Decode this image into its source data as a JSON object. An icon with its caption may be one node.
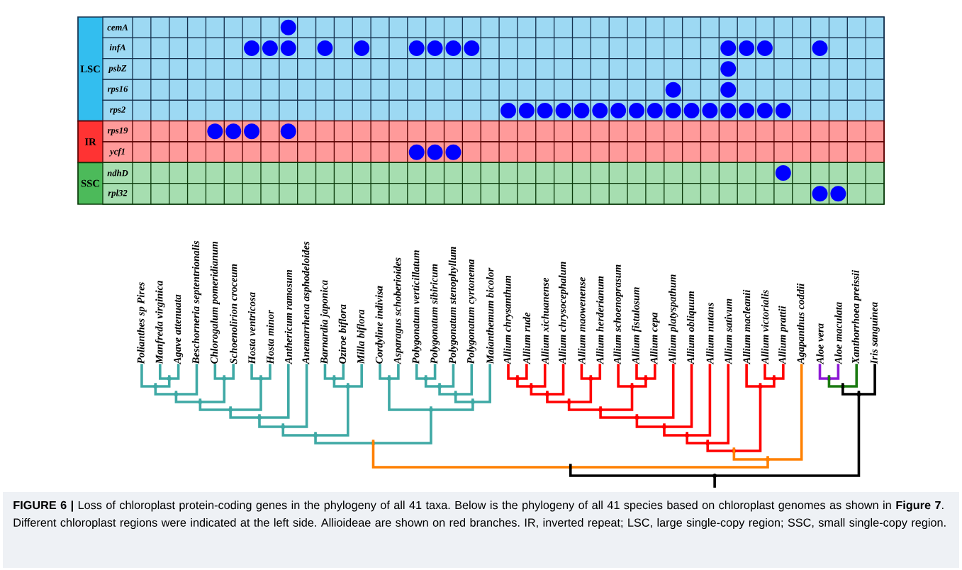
{
  "diagram": {
    "caption": "**FIGURE 6 |** Loss of chloroplast protein-coding genes in the phylogeny of all 41 taxa. Below is the phylogeny of all 41 species based on chloroplast genomes as shown in **Figure 7**. Different chloroplast regions were indicated at the left side. Allioideae are shown on red branches. IR, inverted repeat; LSC, large single-copy region; SSC, small single-copy region.",
    "nodes": [
      {
        "text": [
          "LSC"
        ]
      },
      {
        "text": [
          "cemA"
        ],
        "in": 0
      },
      {
        "text": [
          "infA"
        ],
        "in": 0
      },
      {
        "text": [
          "psbZ"
        ],
        "in": 0
      },
      {
        "text": [
          "rps16"
        ],
        "in": 0
      },
      {
        "text": [
          "rps2"
        ],
        "in": 0
      },
      {
        "text": [
          "IR"
        ]
      },
      {
        "text": [
          "rps19"
        ],
        "in": 6
      },
      {
        "text": [
          "ycf1"
        ],
        "in": 6
      },
      {
        "text": [
          "SSC"
        ]
      },
      {
        "text": [
          "ndhD"
        ],
        "in": 9
      },
      {
        "text": [
          "rpl32"
        ],
        "in": 9
      },
      {
        "text": [],
        "shape": "circle",
        "in": 1
      },
      {
        "text": [],
        "shape": "circle",
        "in": 2
      },
      {
        "text": [],
        "shape": "circle",
        "in": 2
      },
      {
        "text": [],
        "shape": "circle",
        "in": 2
      },
      {
        "text": [],
        "shape": "circle",
        "in": 2
      },
      {
        "text": [],
        "shape": "circle",
        "in": 2
      },
      {
        "text": [],
        "shape": "circle",
        "in": 2
      },
      {
        "text": [],
        "shape": "circle",
        "in": 2
      },
      {
        "text": [],
        "shape": "circle",
        "in": 2
      },
      {
        "text": [],
        "shape": "circle",
        "in": 2
      },
      {
        "text": [],
        "shape": "circle",
        "in": 2
      },
      {
        "text": [],
        "shape": "circle",
        "in": 2
      },
      {
        "text": [],
        "shape": "circle",
        "in": 2
      },
      {
        "text": [],
        "shape": "circle",
        "in": 2
      },
      {
        "text": [],
        "shape": "circle",
        "in": 3
      },
      {
        "text": [],
        "shape": "circle",
        "in": 4
      },
      {
        "text": [],
        "shape": "circle",
        "in": 4
      },
      {
        "text": [],
        "shape": "circle",
        "in": 5
      },
      {
        "text": [],
        "shape": "circle",
        "in": 5
      },
      {
        "text": [],
        "shape": "circle",
        "in": 5
      },
      {
        "text": [],
        "shape": "circle",
        "in": 5
      },
      {
        "text": [],
        "shape": "circle",
        "in": 5
      },
      {
        "text": [],
        "shape": "circle",
        "in": 5
      },
      {
        "text": [],
        "shape": "circle",
        "in": 5
      },
      {
        "text": [],
        "shape": "circle",
        "in": 5
      },
      {
        "text": [],
        "shape": "circle",
        "in": 5
      },
      {
        "text": [],
        "shape": "circle",
        "in": 5
      },
      {
        "text": [],
        "shape": "circle",
        "in": 5
      },
      {
        "text": [],
        "shape": "circle",
        "in": 5
      },
      {
        "text": [],
        "shape": "circle",
        "in": 5
      },
      {
        "text": [],
        "shape": "circle",
        "in": 5
      },
      {
        "text": [],
        "shape": "circle",
        "in": 5
      },
      {
        "text": [],
        "shape": "circle",
        "in": 5
      },
      {
        "text": [],
        "shape": "circle",
        "in": 7
      },
      {
        "text": [],
        "shape": "circle",
        "in": 7
      },
      {
        "text": [],
        "shape": "circle",
        "in": 7
      },
      {
        "text": [],
        "shape": "circle",
        "in": 7
      },
      {
        "text": [],
        "shape": "circle",
        "in": 8
      },
      {
        "text": [],
        "shape": "circle",
        "in": 8
      },
      {
        "text": [],
        "shape": "circle",
        "in": 8
      },
      {
        "text": [],
        "shape": "circle",
        "in": 10
      },
      {
        "text": [],
        "shape": "circle",
        "in": 11
      },
      {
        "text": [],
        "shape": "circle",
        "in": 11
      },
      {
        "text": [
          "Polianthes sp Pires"
        ]
      },
      {
        "text": [
          "Manfreda virginica"
        ]
      },
      {
        "text": [
          "Agave attenuata"
        ]
      },
      {
        "text": [
          "Beschorneria septentrionalis"
        ]
      },
      {
        "text": [
          "Chlorogalum pomeridianum"
        ]
      },
      {
        "text": [
          "Schoenolirion croceum"
        ]
      },
      {
        "text": [
          "Hosta ventricosa"
        ]
      },
      {
        "text": [
          "Hosta minor"
        ]
      },
      {
        "text": [
          "Anthericum ramosum"
        ]
      },
      {
        "text": [
          "Anemarrhena asphodeloides"
        ]
      },
      {
        "text": [
          "Barnardia japonica"
        ]
      },
      {
        "text": [
          "Oziroe biflora"
        ]
      },
      {
        "text": [
          "Milla biflora"
        ]
      },
      {
        "text": [
          "Cordyline indivisa"
        ]
      },
      {
        "text": [
          "Asparagus schoberioides"
        ]
      },
      {
        "text": [
          "Polygonatum verticillatum"
        ]
      },
      {
        "text": [
          "Polygonatum sibiricum"
        ]
      },
      {
        "text": [
          "Polygonatum stenophyllum"
        ]
      },
      {
        "text": [
          "Polygonatum cyrtonema"
        ]
      },
      {
        "text": [
          "Maianthemum bicolor"
        ]
      },
      {
        "text": [
          "Allium chrysanthum"
        ]
      },
      {
        "text": [
          "Allium rude"
        ]
      },
      {
        "text": [
          "Allium xichuanense"
        ]
      },
      {
        "text": [
          "Allium chrysocephalum"
        ]
      },
      {
        "text": [
          "Allium maowenense"
        ]
      },
      {
        "text": [
          "Allium herderianum"
        ]
      },
      {
        "text": [
          "Allium schoenoprasum"
        ]
      },
      {
        "text": [
          "Allium fistulosum"
        ]
      },
      {
        "text": [
          "Allium cepa"
        ]
      },
      {
        "text": [
          "Allium platyspathum"
        ]
      },
      {
        "text": [
          "Allium obliquum"
        ]
      },
      {
        "text": [
          "Allium nutans"
        ]
      },
      {
        "text": [
          "Allium sativum"
        ]
      },
      {
        "text": [
          "Allium macleanii"
        ]
      },
      {
        "text": [
          "Allium victorialis"
        ]
      },
      {
        "text": [
          "Allium prattii"
        ]
      },
      {
        "text": [
          "Agapanthus coddii"
        ]
      },
      {
        "text": [
          "Aloe vera"
        ]
      },
      {
        "text": [
          "Aloe maculata"
        ]
      },
      {
        "text": [
          "Xanthorrhoea preissii"
        ]
      },
      {
        "text": [
          "Iris sanguinea"
        ]
      },
      {
        "text": [],
        "shape": "point"
      },
      {
        "text": [],
        "shape": "point"
      },
      {
        "text": [],
        "shape": "point"
      },
      {
        "text": [],
        "shape": "point"
      },
      {
        "text": [],
        "shape": "point"
      },
      {
        "text": [],
        "shape": "point"
      },
      {
        "text": [],
        "shape": "point"
      },
      {
        "text": [],
        "shape": "point"
      },
      {
        "text": [],
        "shape": "point"
      },
      {
        "text": [],
        "shape": "point"
      },
      {
        "text": [],
        "shape": "point"
      },
      {
        "text": [],
        "shape": "point"
      },
      {
        "text": [],
        "shape": "point"
      },
      {
        "text": [],
        "shape": "point"
      },
      {
        "text": [],
        "shape": "point"
      },
      {
        "text": [],
        "shape": "point"
      },
      {
        "text": [],
        "shape": "point"
      },
      {
        "text": [],
        "shape": "point"
      },
      {
        "text": [],
        "shape": "point"
      },
      {
        "text": [],
        "shape": "point"
      },
      {
        "text": [],
        "shape": "point"
      },
      {
        "text": [],
        "shape": "point"
      },
      {
        "text": [],
        "shape": "point"
      },
      {
        "text": [],
        "shape": "point"
      },
      {
        "text": [],
        "shape": "point"
      },
      {
        "text": [],
        "shape": "point"
      },
      {
        "text": [],
        "shape": "point"
      },
      {
        "text": [],
        "shape": "point"
      },
      {
        "text": [],
        "shape": "point"
      },
      {
        "text": [],
        "shape": "point"
      },
      {
        "text": [],
        "shape": "point"
      },
      {
        "text": [],
        "shape": "point"
      },
      {
        "text": [],
        "shape": "point"
      },
      {
        "text": [],
        "shape": "point"
      },
      {
        "text": [],
        "shape": "point"
      },
      {
        "text": [],
        "shape": "point"
      },
      {
        "text": [],
        "shape": "point"
      },
      {
        "text": [],
        "shape": "point"
      },
      {
        "text": [],
        "shape": "point"
      },
      {
        "text": [],
        "shape": "point"
      }
    ],
    "edges": [
      {
        "from": 96,
        "to": 56,
        "arrow": "none"
      },
      {
        "from": 96,
        "to": 57,
        "arrow": "none"
      },
      {
        "from": 97,
        "to": 55,
        "arrow": "none"
      },
      {
        "from": 97,
        "to": 96,
        "arrow": "none"
      },
      {
        "from": 98,
        "to": 97,
        "arrow": "none"
      },
      {
        "from": 98,
        "to": 58,
        "arrow": "none"
      },
      {
        "from": 99,
        "to": 59,
        "arrow": "none"
      },
      {
        "from": 99,
        "to": 60,
        "arrow": "none"
      },
      {
        "from": 100,
        "to": 98,
        "arrow": "none"
      },
      {
        "from": 100,
        "to": 99,
        "arrow": "none"
      },
      {
        "from": 101,
        "to": 61,
        "arrow": "none"
      },
      {
        "from": 101,
        "to": 62,
        "arrow": "none"
      },
      {
        "from": 102,
        "to": 100,
        "arrow": "none"
      },
      {
        "from": 102,
        "to": 101,
        "arrow": "none"
      },
      {
        "from": 103,
        "to": 102,
        "arrow": "none"
      },
      {
        "from": 103,
        "to": 63,
        "arrow": "none"
      },
      {
        "from": 104,
        "to": 103,
        "arrow": "none"
      },
      {
        "from": 104,
        "to": 64,
        "arrow": "none"
      },
      {
        "from": 105,
        "to": 65,
        "arrow": "none"
      },
      {
        "from": 105,
        "to": 66,
        "arrow": "none"
      },
      {
        "from": 106,
        "to": 105,
        "arrow": "none"
      },
      {
        "from": 106,
        "to": 67,
        "arrow": "none"
      },
      {
        "from": 107,
        "to": 104,
        "arrow": "none"
      },
      {
        "from": 107,
        "to": 106,
        "arrow": "none"
      },
      {
        "from": 108,
        "to": 68,
        "arrow": "none"
      },
      {
        "from": 108,
        "to": 69,
        "arrow": "none"
      },
      {
        "from": 109,
        "to": 70,
        "arrow": "none"
      },
      {
        "from": 109,
        "to": 71,
        "arrow": "none"
      },
      {
        "from": 110,
        "to": 109,
        "arrow": "none"
      },
      {
        "from": 110,
        "to": 72,
        "arrow": "none"
      },
      {
        "from": 111,
        "to": 110,
        "arrow": "none"
      },
      {
        "from": 111,
        "to": 73,
        "arrow": "none"
      },
      {
        "from": 112,
        "to": 111,
        "arrow": "none"
      },
      {
        "from": 112,
        "to": 74,
        "arrow": "none"
      },
      {
        "from": 113,
        "to": 108,
        "arrow": "none"
      },
      {
        "from": 113,
        "to": 112,
        "arrow": "none"
      },
      {
        "from": 114,
        "to": 107,
        "arrow": "none"
      },
      {
        "from": 114,
        "to": 113,
        "arrow": "none"
      },
      {
        "from": 115,
        "to": 75,
        "arrow": "none",
        "color": "#ff0000"
      },
      {
        "from": 115,
        "to": 76,
        "arrow": "none",
        "color": "#ff0000"
      },
      {
        "from": 116,
        "to": 115,
        "arrow": "none",
        "color": "#ff0000"
      },
      {
        "from": 116,
        "to": 77,
        "arrow": "none",
        "color": "#ff0000"
      },
      {
        "from": 117,
        "to": 116,
        "arrow": "none",
        "color": "#ff0000"
      },
      {
        "from": 117,
        "to": 78,
        "arrow": "none",
        "color": "#ff0000"
      },
      {
        "from": 118,
        "to": 79,
        "arrow": "none",
        "color": "#ff0000"
      },
      {
        "from": 118,
        "to": 80,
        "arrow": "none",
        "color": "#ff0000"
      },
      {
        "from": 119,
        "to": 117,
        "arrow": "none",
        "color": "#ff0000"
      },
      {
        "from": 119,
        "to": 118,
        "arrow": "none",
        "color": "#ff0000"
      },
      {
        "from": 120,
        "to": 82,
        "arrow": "none",
        "color": "#ff0000"
      },
      {
        "from": 120,
        "to": 83,
        "arrow": "none",
        "color": "#ff0000"
      },
      {
        "from": 121,
        "to": 81,
        "arrow": "none",
        "color": "#ff0000"
      },
      {
        "from": 121,
        "to": 120,
        "arrow": "none",
        "color": "#ff0000"
      },
      {
        "from": 122,
        "to": 119,
        "arrow": "none",
        "color": "#ff0000"
      },
      {
        "from": 122,
        "to": 121,
        "arrow": "none",
        "color": "#ff0000"
      },
      {
        "from": 123,
        "to": 122,
        "arrow": "none",
        "color": "#ff0000"
      },
      {
        "from": 123,
        "to": 84,
        "arrow": "none",
        "color": "#ff0000"
      },
      {
        "from": 124,
        "to": 123,
        "arrow": "none",
        "color": "#ff0000"
      },
      {
        "from": 124,
        "to": 85,
        "arrow": "none",
        "color": "#ff0000"
      },
      {
        "from": 125,
        "to": 124,
        "arrow": "none",
        "color": "#ff0000"
      },
      {
        "from": 125,
        "to": 86,
        "arrow": "none",
        "color": "#ff0000"
      },
      {
        "from": 126,
        "to": 125,
        "arrow": "none",
        "color": "#ff0000"
      },
      {
        "from": 126,
        "to": 87,
        "arrow": "none",
        "color": "#ff0000"
      },
      {
        "from": 127,
        "to": 89,
        "arrow": "none",
        "color": "#ff0000"
      },
      {
        "from": 127,
        "to": 90,
        "arrow": "none",
        "color": "#ff0000"
      },
      {
        "from": 128,
        "to": 88,
        "arrow": "none",
        "color": "#ff0000"
      },
      {
        "from": 128,
        "to": 127,
        "arrow": "none",
        "color": "#ff0000"
      },
      {
        "from": 129,
        "to": 126,
        "arrow": "none",
        "color": "#ff0000"
      },
      {
        "from": 129,
        "to": 128,
        "arrow": "none",
        "color": "#ff0000"
      },
      {
        "from": 130,
        "to": 129,
        "arrow": "none",
        "color": "#ff8000"
      },
      {
        "from": 130,
        "to": 91,
        "arrow": "none",
        "color": "#ff8000"
      },
      {
        "from": 131,
        "to": 114,
        "arrow": "none",
        "color": "#ff8000"
      },
      {
        "from": 131,
        "to": 130,
        "arrow": "none",
        "color": "#ff8000"
      },
      {
        "from": 132,
        "to": 92,
        "arrow": "none",
        "color": "#8e1ad6"
      },
      {
        "from": 132,
        "to": 93,
        "arrow": "none",
        "color": "#8e1ad6"
      },
      {
        "from": 133,
        "to": 132,
        "arrow": "none",
        "color": "#1a7a10"
      },
      {
        "from": 133,
        "to": 94,
        "arrow": "none",
        "color": "#1a7a10"
      },
      {
        "from": 134,
        "to": 133,
        "arrow": "none",
        "color": "#000000"
      },
      {
        "from": 134,
        "to": 95,
        "arrow": "none",
        "color": "#000000"
      },
      {
        "from": 135,
        "to": 131,
        "arrow": "none",
        "color": "#000000"
      },
      {
        "from": 135,
        "to": 134,
        "arrow": "none",
        "color": "#000000"
      },
      {
        "from": 135,
        "to": null,
        "arrow": "none",
        "color": "#000000"
      }
    ]
  }
}
